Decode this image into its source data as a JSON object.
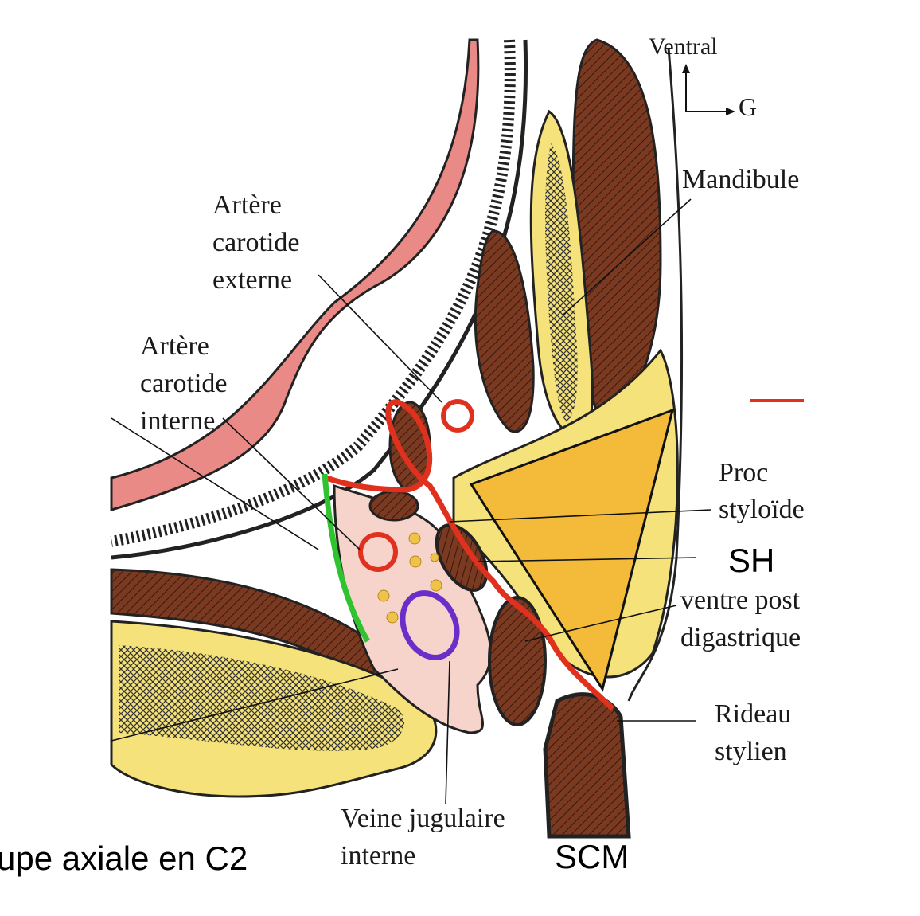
{
  "orientation": {
    "up_label": "Ventral",
    "right_label": "G"
  },
  "labels": {
    "mandibule": "Mandibule",
    "ace": [
      "Artère",
      "carotide",
      "externe"
    ],
    "aci": [
      "Artère",
      "carotide",
      "interne"
    ],
    "proc": [
      "Proc",
      "styloïde"
    ],
    "sh": "SH",
    "ventre": [
      "ventre post",
      "digastrique"
    ],
    "rideau": [
      "Rideau",
      "stylien"
    ],
    "vji": [
      "Veine jugulaire",
      "interne"
    ],
    "scm": "SCM",
    "caption": "upe axiale en C2"
  },
  "colors": {
    "muscle": "#7a3a22",
    "bone": "#f5e27a",
    "mucosa": "#e98a86",
    "space": "#f6d3cb",
    "triangle": "#f4bb3a",
    "artery": "#e0301e",
    "vein": "#6b2fc9",
    "green": "#2fc42f",
    "node": "#efc24a"
  }
}
